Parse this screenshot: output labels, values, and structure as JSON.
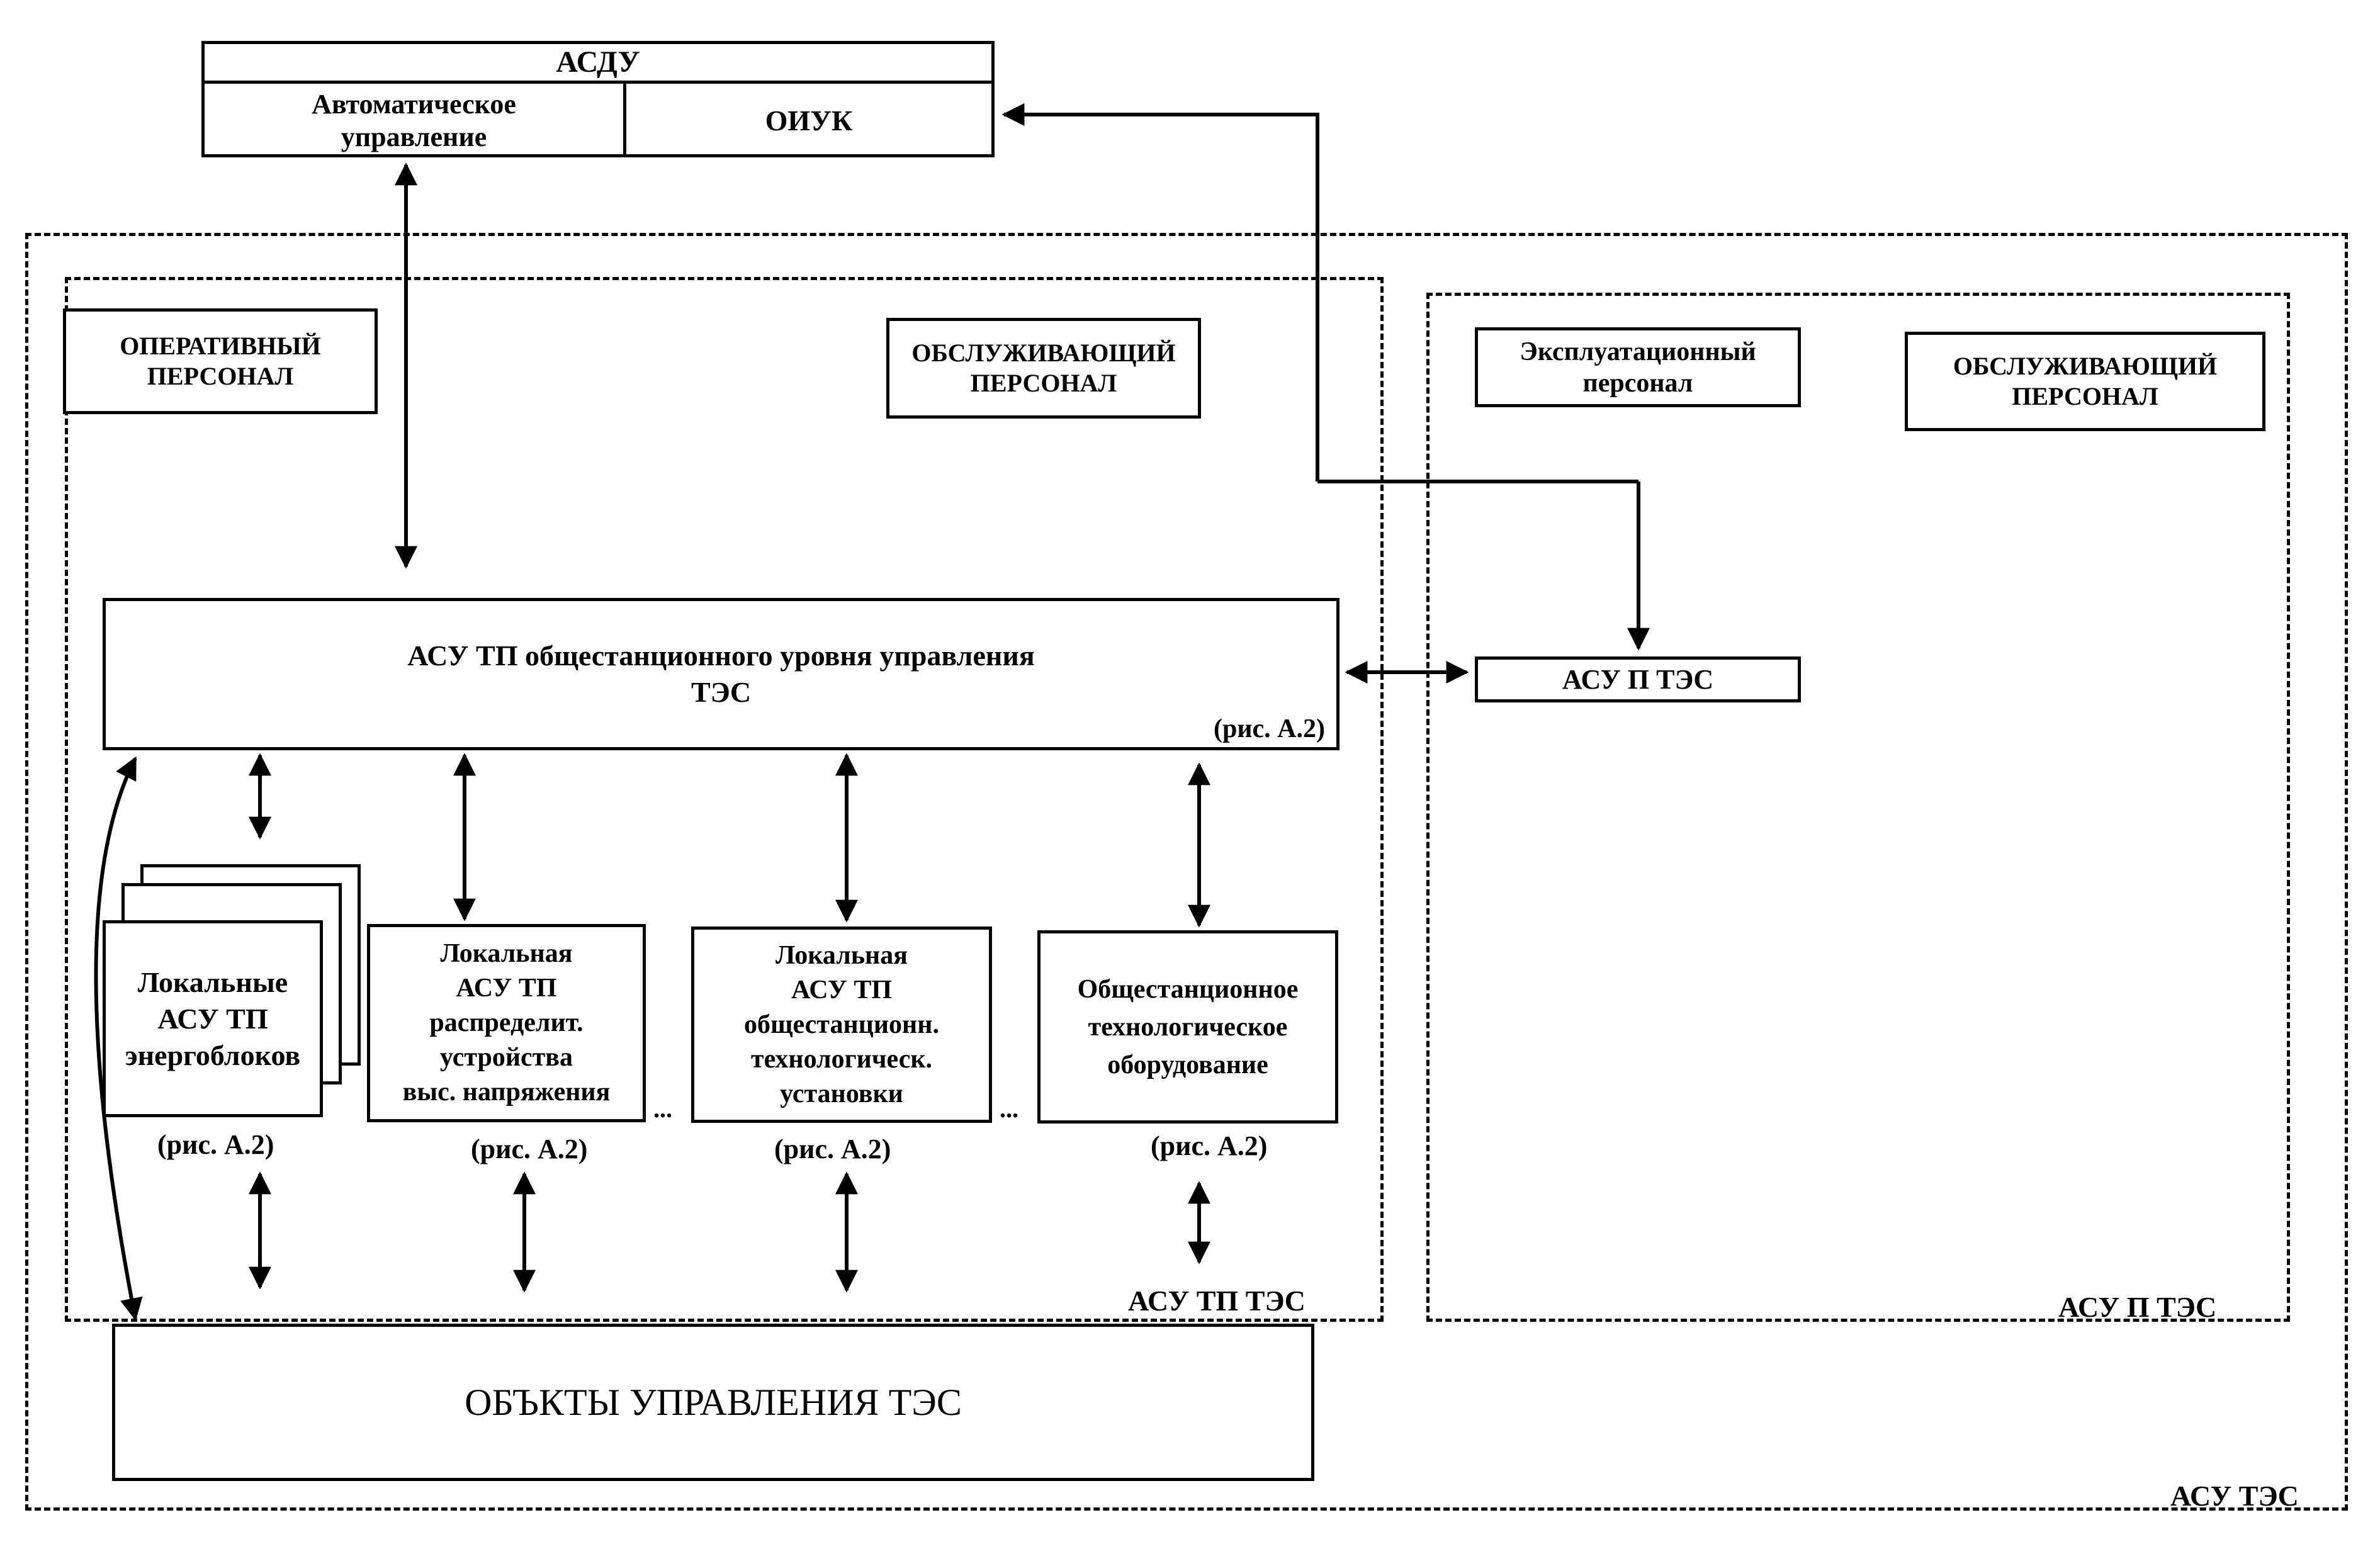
{
  "asdu": {
    "title": "АСДУ",
    "auto_control": [
      "Автоматическое",
      "управление"
    ],
    "oiuk": "ОИУК"
  },
  "asu_tes": {
    "label": "АСУ ТЭС"
  },
  "asu_tp_tes": {
    "label": "АСУ  ТП ТЭС",
    "operative_personnel": [
      "ОПЕРАТИВНЫЙ",
      "ПЕРСОНАЛ"
    ],
    "service_personnel": [
      "ОБСЛУЖИВАЮЩИЙ",
      "ПЕРСОНАЛ"
    ],
    "station_level": [
      "АСУ  ТП общестанционного уровня управления",
      "ТЭС"
    ],
    "station_level_ref": "(рис. А.2)",
    "local_blocks": [
      "Локальные",
      "АСУ ТП",
      "энергоблоков"
    ],
    "local_blocks_ref": "(рис.  А.2)",
    "local_hv": [
      "Локальная",
      "АСУ  ТП",
      "распределит.",
      "устройства",
      "выс. напряжения"
    ],
    "local_hv_ref": "(рис.   А.2)",
    "local_tech": [
      "Локальная",
      "АСУ  ТП",
      "общестанционн.",
      "технологическ.",
      "установки"
    ],
    "local_tech_ref": "(рис.   А.2)",
    "station_equipment": [
      "Общестанционное",
      "технологическое",
      "оборудование"
    ],
    "station_equipment_ref": "(рис.  А.2)",
    "dots": "..."
  },
  "asu_p_tes": {
    "label": "АСУ П ТЭС",
    "operation_personnel": [
      "Эксплуатационный",
      "персонал"
    ],
    "service_personnel": [
      "ОБСЛУЖИВАЮЩИЙ",
      "ПЕРСОНАЛ"
    ],
    "system": "АСУ П ТЭС"
  },
  "control_objects": "ОБЪКТЫ УПРАВЛЕНИЯ ТЭС"
}
